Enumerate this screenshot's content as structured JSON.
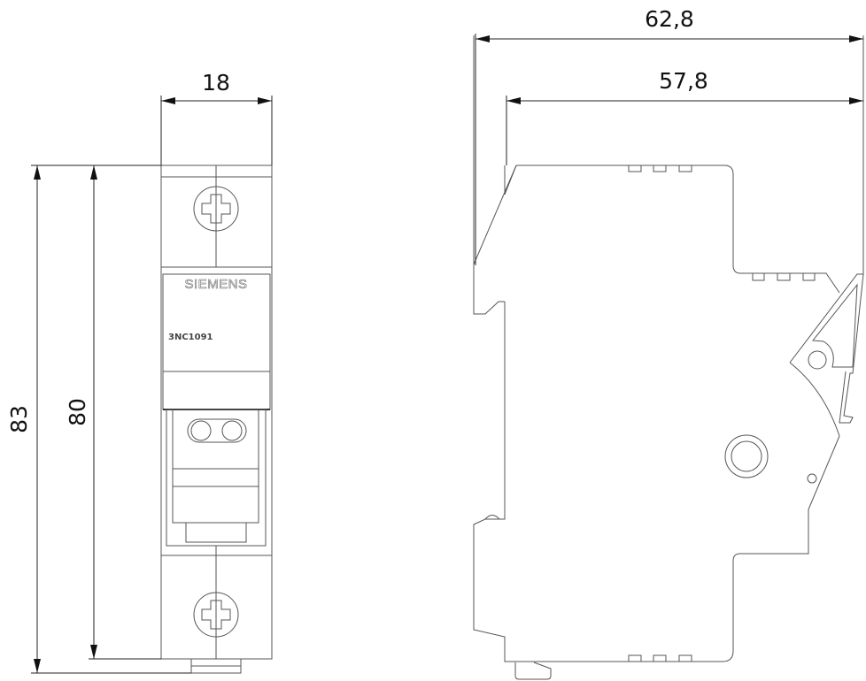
{
  "dimensions": {
    "width_front": "18",
    "height_total": "83",
    "height_body": "80",
    "depth_total": "62,8",
    "depth_body": "57,8"
  },
  "product": {
    "brand": "SIEMENS",
    "model": "3NC1091"
  }
}
